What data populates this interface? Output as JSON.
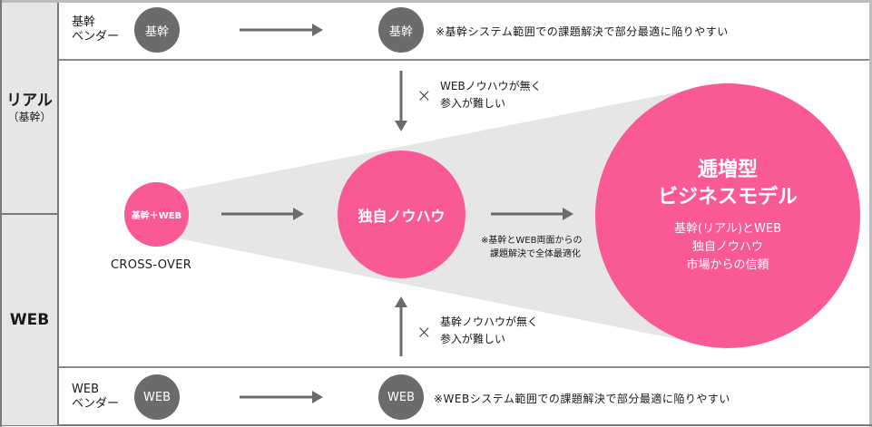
{
  "rows": {
    "real_label": "リアル",
    "real_sub": "（基幹）",
    "web_label": "WEB"
  },
  "top_row": {
    "vendor_label_line1": "基幹",
    "vendor_label_line2": "ベンダー",
    "circle_start": "基幹",
    "circle_end": "基幹",
    "note": "※基幹システム範囲での課題解決で部分最適に陥りやすい"
  },
  "bottom_row": {
    "vendor_label_line1": "WEB",
    "vendor_label_line2": "ベンダー",
    "circle_start": "WEB",
    "circle_end": "WEB",
    "note": "※WEBシステム範囲での課題解決で部分最適に陥りやすい"
  },
  "middle": {
    "barrier_top": {
      "mark": "×",
      "line1": "WEBノウハウが無く",
      "line2": "参入が難しい"
    },
    "barrier_bottom": {
      "mark": "×",
      "line1": "基幹ノウハウが無く",
      "line2": "参入が難しい"
    },
    "crossover_circle": "基幹＋WEB",
    "crossover_label": "CROSS-OVER",
    "knowhow_circle": "独自ノウハウ",
    "optimization_note_line1": "※基幹とWEB両面からの",
    "optimization_note_line2": "課題解決で全体最適化",
    "result_title_line1": "逓増型",
    "result_title_line2": "ビジネスモデル",
    "result_points": [
      "基幹(リアル)とWEB",
      "独自ノウハウ",
      "市場からの信頼"
    ]
  },
  "colors": {
    "pink": "#f95a96",
    "dark_circle": "#6b6b6b",
    "arrow": "#6b6b6b",
    "cone": "#e6e6e6",
    "side_column": "#e6e6e6"
  }
}
